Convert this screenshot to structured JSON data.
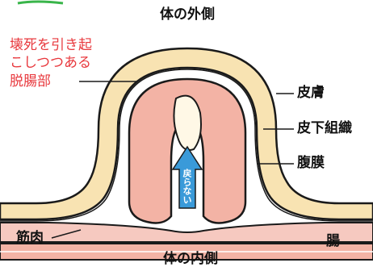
{
  "title_top": "体の外側",
  "title_bottom": "体の内側",
  "label_red_lines": [
    "壊死を引き起",
    "こしつつある",
    "脱腸部"
  ],
  "labels": {
    "skin": "皮膚",
    "subcutaneous": "皮下組織",
    "peritoneum": "腹膜",
    "muscle": "筋肉",
    "intestine": "腸"
  },
  "arrow_text": "戻らない",
  "colors": {
    "skin_fill": "#f8e3b2",
    "intestine_fill": "#f3b3a5",
    "muscle_fill": "#f6c9c0",
    "red_text": "#e8383d",
    "arrow": "#3a9ad9",
    "outline": "#1a1a1a",
    "green_accent": "#39b54a"
  }
}
